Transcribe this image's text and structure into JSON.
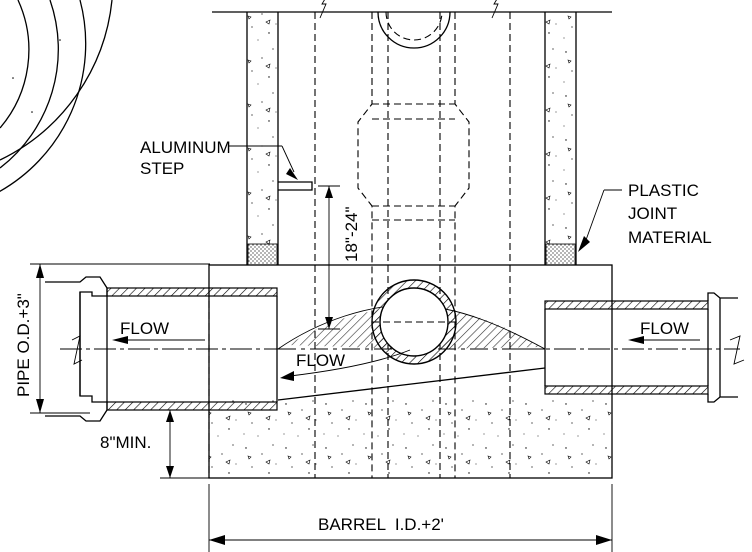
{
  "labels": {
    "aluminum_step": [
      "ALUMINUM",
      "STEP"
    ],
    "plastic_joint": [
      "PLASTIC",
      "JOINT",
      "MATERIAL"
    ],
    "step_spacing": "18\"-24\"",
    "pipe_od": "PIPE O.D.+3\"",
    "min_depth": "8\"MIN.",
    "flow_left": "FLOW",
    "flow_right": "FLOW",
    "flow_channel": "FLOW",
    "barrel": "BARREL  I.D.+2'"
  },
  "colors": {
    "line": "#000000",
    "background": "#ffffff",
    "joint_fill": "#d8d8d8"
  }
}
